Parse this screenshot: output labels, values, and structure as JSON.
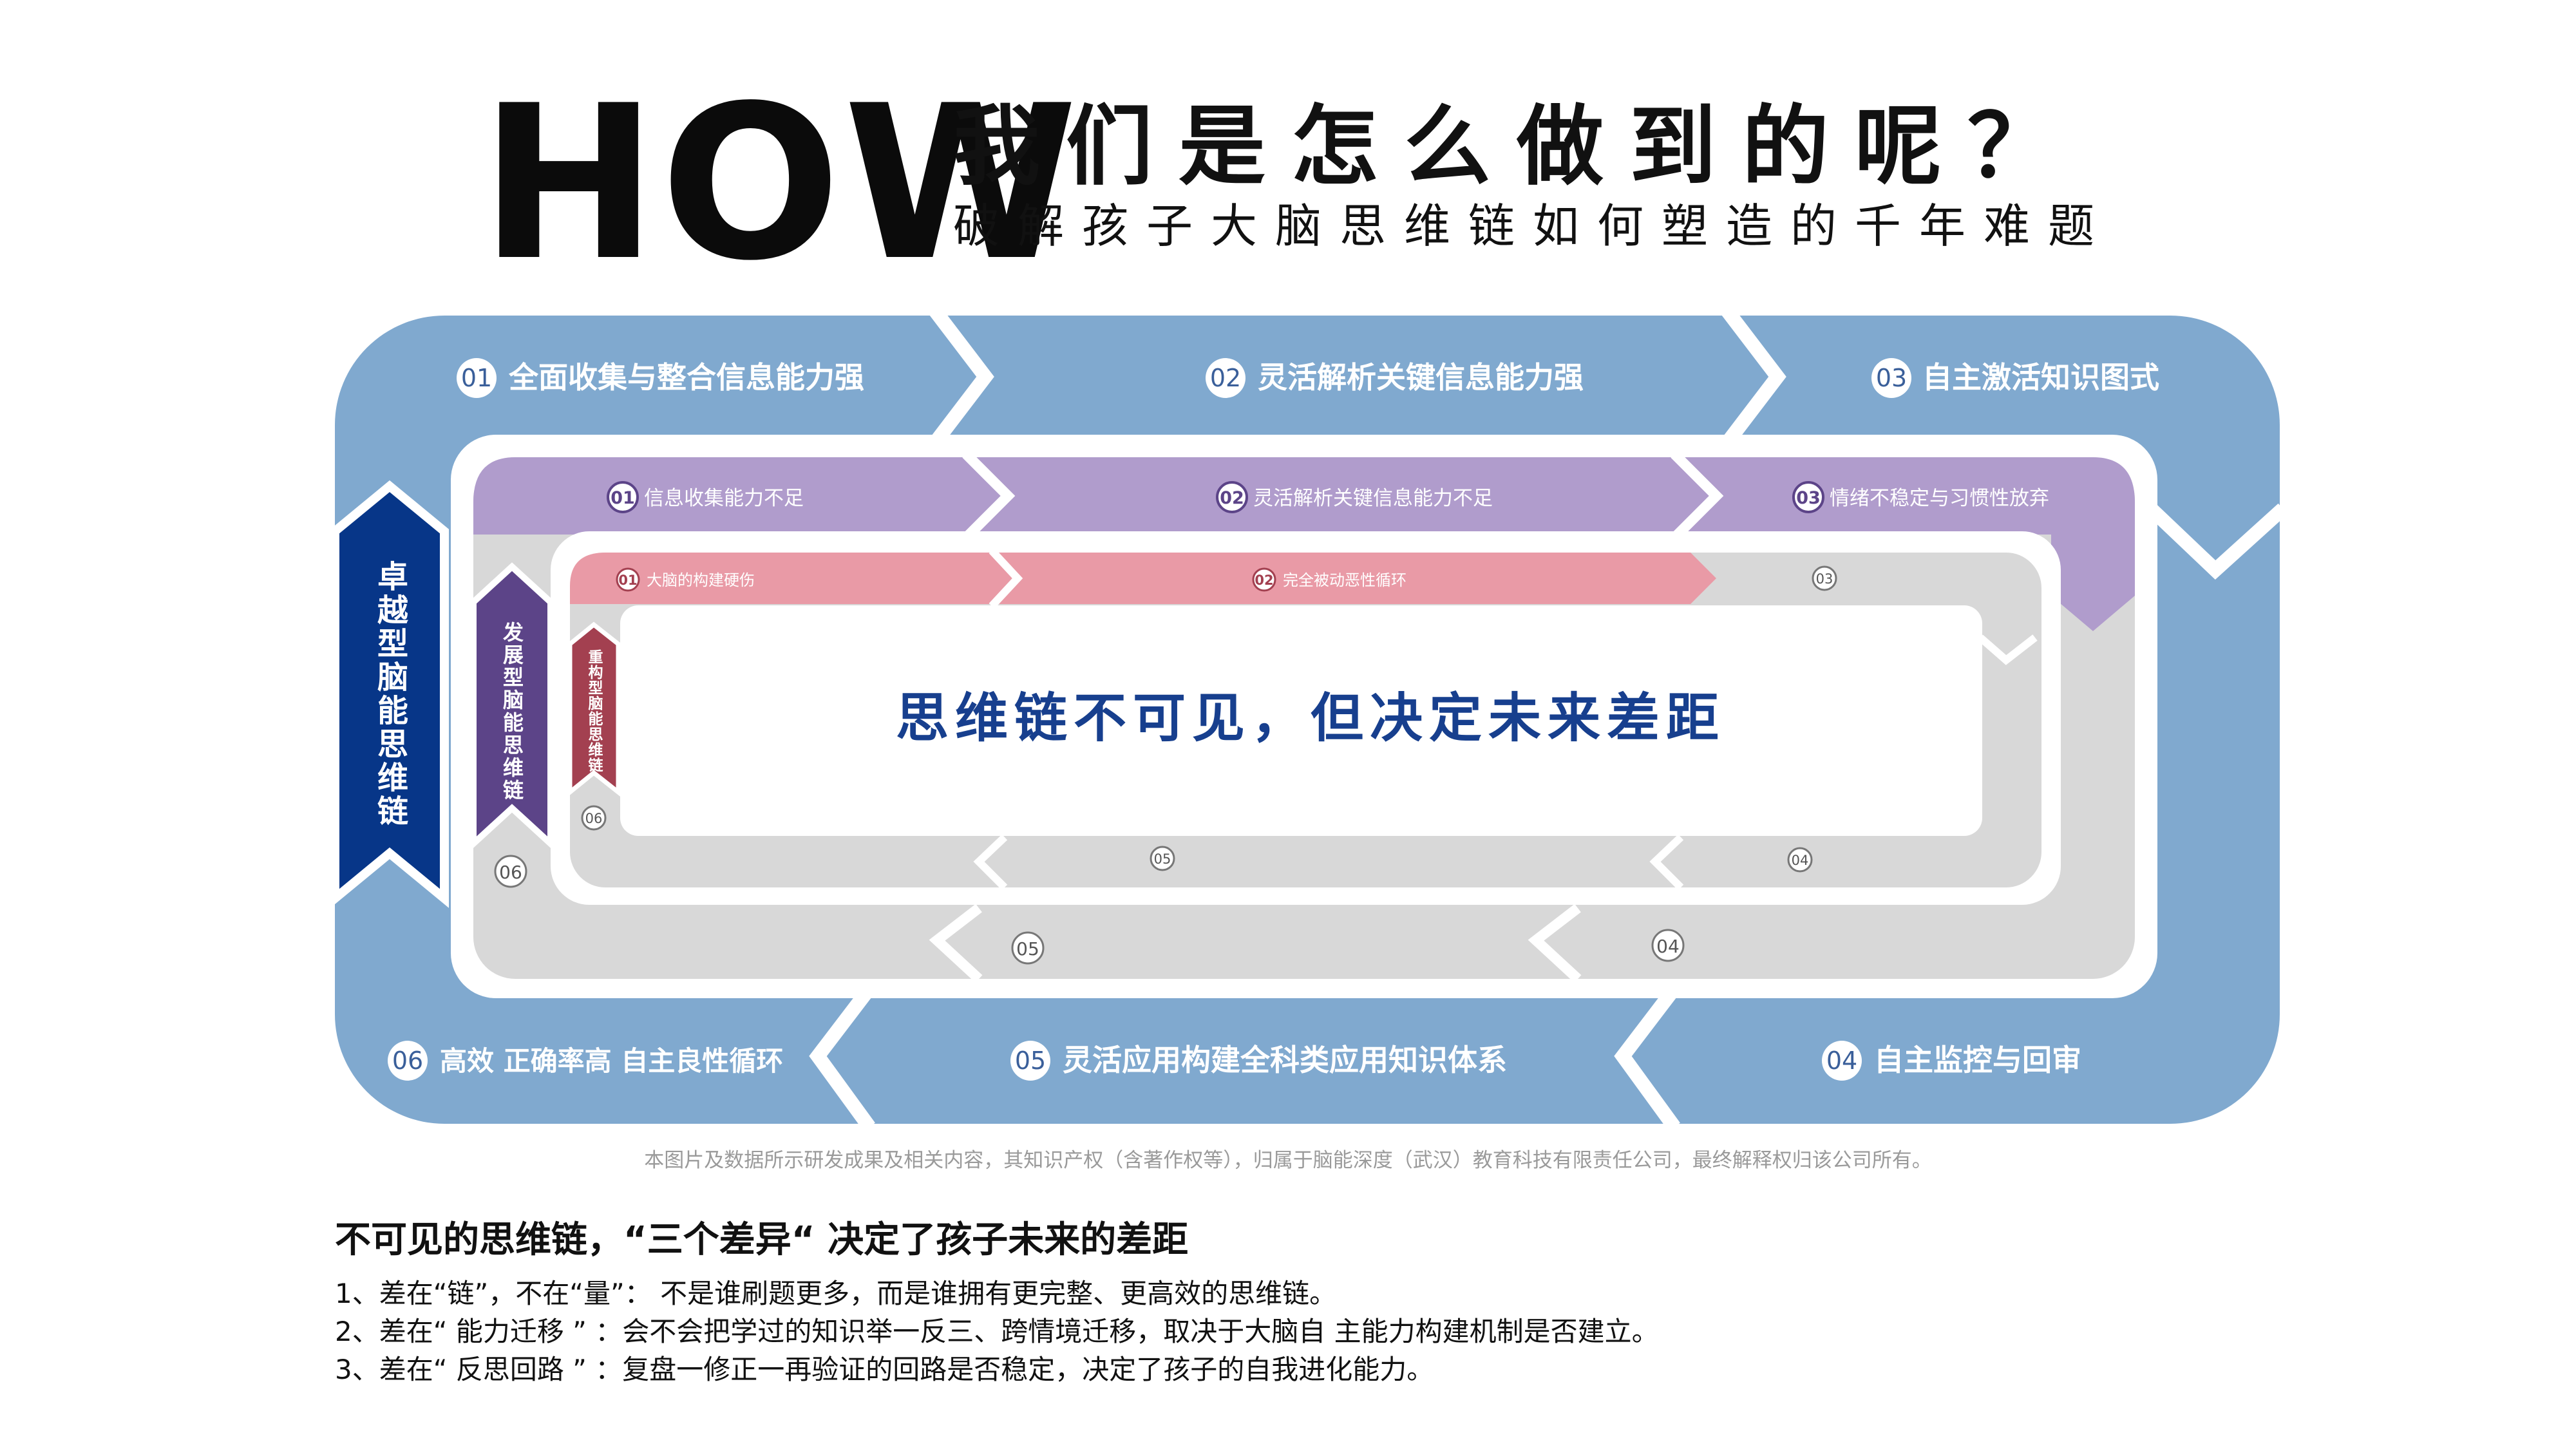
{
  "header": {
    "how": "HOW",
    "title": "我们是怎么做到的呢？",
    "subtitle": "破解孩子大脑思维链如何塑造的千年难题"
  },
  "colors": {
    "outer_blue": "#80a9cf",
    "dark_blue": "#073688",
    "purple": "#b09ccc",
    "dark_purple": "#5c4488",
    "pink": "#e99aa6",
    "dark_red": "#a34050",
    "gray": "#d8d8d8",
    "center_text": "#173f8e"
  },
  "outer": {
    "side_label": "卓越型脑能思维链",
    "steps": [
      {
        "num": "01",
        "label": "全面收集与整合信息能力强"
      },
      {
        "num": "02",
        "label": "灵活解析关键信息能力强"
      },
      {
        "num": "03",
        "label": "自主激活知识图式"
      },
      {
        "num": "04",
        "label": "自主监控与回审"
      },
      {
        "num": "05",
        "label": "灵活应用构建全科类应用知识体系"
      },
      {
        "num": "06",
        "label": "高效 正确率高 自主良性循环"
      }
    ]
  },
  "middle": {
    "side_label": "发展型脑能思维链",
    "steps": [
      {
        "num": "01",
        "label": "信息收集能力不足"
      },
      {
        "num": "02",
        "label": "灵活解析关键信息能力不足"
      },
      {
        "num": "03",
        "label": "情绪不稳定与习惯性放弃"
      },
      {
        "num": "04",
        "label": ""
      },
      {
        "num": "05",
        "label": ""
      },
      {
        "num": "06",
        "label": ""
      }
    ]
  },
  "inner": {
    "side_label": "重构型脑能思维链",
    "steps": [
      {
        "num": "01",
        "label": "大脑的构建硬伤"
      },
      {
        "num": "02",
        "label": "完全被动恶性循环"
      },
      {
        "num": "03",
        "label": ""
      },
      {
        "num": "04",
        "label": ""
      },
      {
        "num": "05",
        "label": ""
      },
      {
        "num": "06",
        "label": ""
      }
    ]
  },
  "center_text": "思维链不可见，但决定未来差距",
  "copyright": "本图片及数据所示研发成果及相关内容，其知识产权（含著作权等），归属于脑能深度（武汉）教育科技有限责任公司，最终解释权归该公司所有。",
  "bottom": {
    "heading": "不可见的思维链，“三个差异“ 决定了孩子未来的差距",
    "points": [
      "1、差在“链”，不在“量”： 不是谁刷题更多，而是谁拥有更完整、更高效的思维链。",
      "2、差在“ 能力迁移 ” ：会不会把学过的知识举一反三、跨情境迁移，取决于大脑自 主能力构建机制是否建立。",
      "3、差在“ 反思回路 ” ：复盘一修正一再验证的回路是否稳定，决定了孩子的自我进化能力。"
    ]
  }
}
